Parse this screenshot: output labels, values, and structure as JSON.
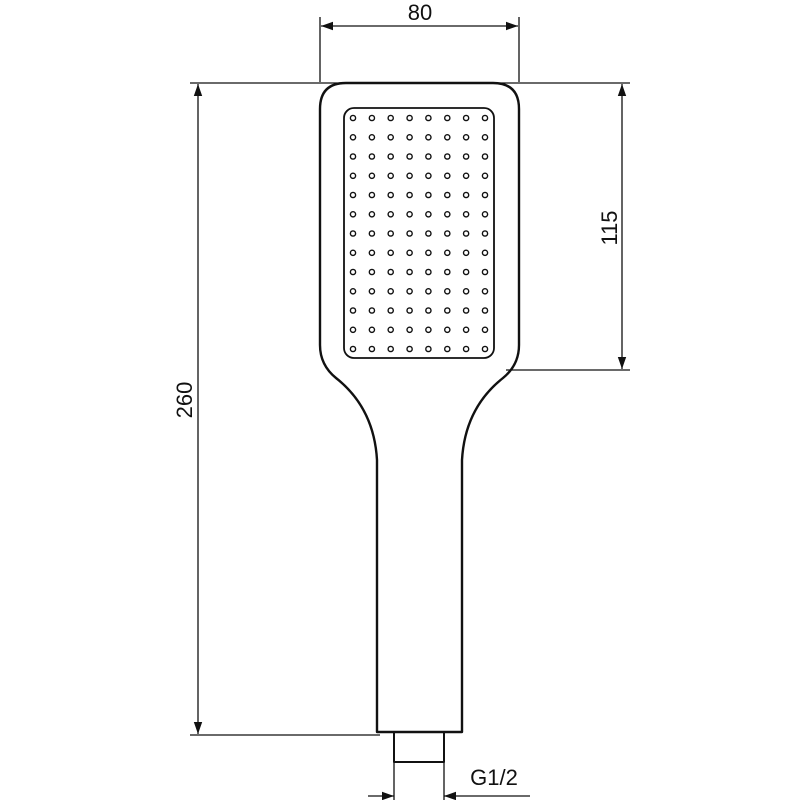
{
  "dimensions": {
    "width": "80",
    "total_height": "260",
    "head_height": "115",
    "connection_thread": "G1/2"
  },
  "spray_face": {
    "nozzle_columns": 8,
    "nozzle_rows": 13
  }
}
